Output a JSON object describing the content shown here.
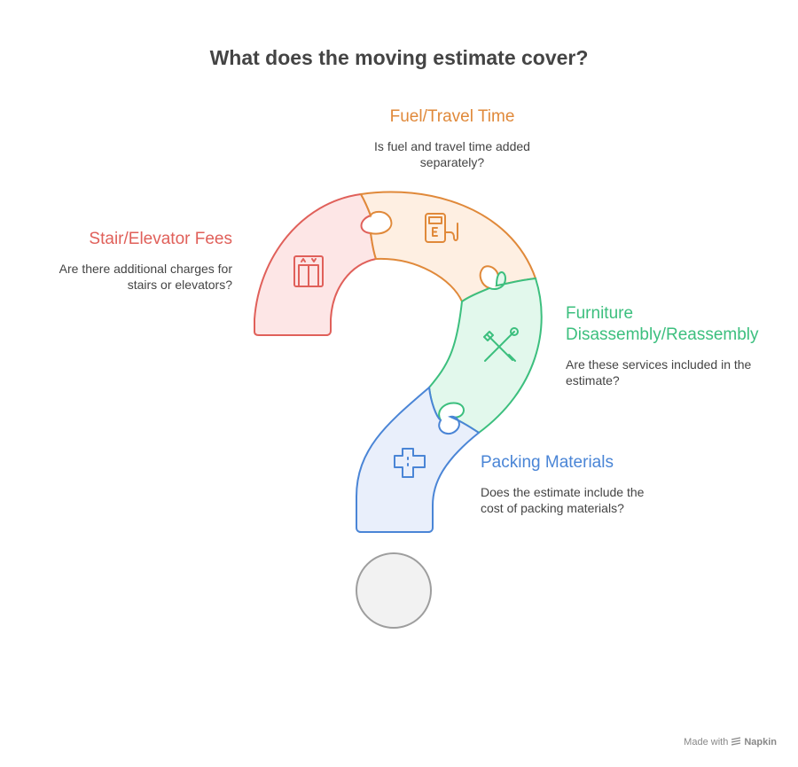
{
  "title": "What does the moving estimate cover?",
  "segments": [
    {
      "id": "fuel",
      "label": "Fuel/Travel Time",
      "description": "Is fuel and travel time added separately?",
      "color": "#e0893a",
      "fill": "#feefe2",
      "icon": "fuel-pump-icon"
    },
    {
      "id": "stairs",
      "label": "Stair/Elevator Fees",
      "description": "Are there additional charges for stairs or elevators?",
      "color": "#e0605a",
      "fill": "#fde6e6",
      "icon": "elevator-icon"
    },
    {
      "id": "furniture",
      "label": "Furniture Disassembly/Reassembly",
      "label_lines": [
        "Furniture",
        "Disassembly/Reassembly"
      ],
      "description": "Are these services included in the estimate?",
      "color": "#3cbf7e",
      "fill": "#e2f8ec",
      "icon": "tools-icon"
    },
    {
      "id": "packing",
      "label": "Packing Materials",
      "description": "Does the estimate include the cost of packing materials?",
      "color": "#4a85d6",
      "fill": "#e9effb",
      "icon": "bandage-icon"
    }
  ],
  "dot": {
    "color": "#9e9e9e",
    "fill": "#f2f2f2"
  },
  "footer": {
    "prefix": "Made with",
    "brand": "Napkin"
  }
}
